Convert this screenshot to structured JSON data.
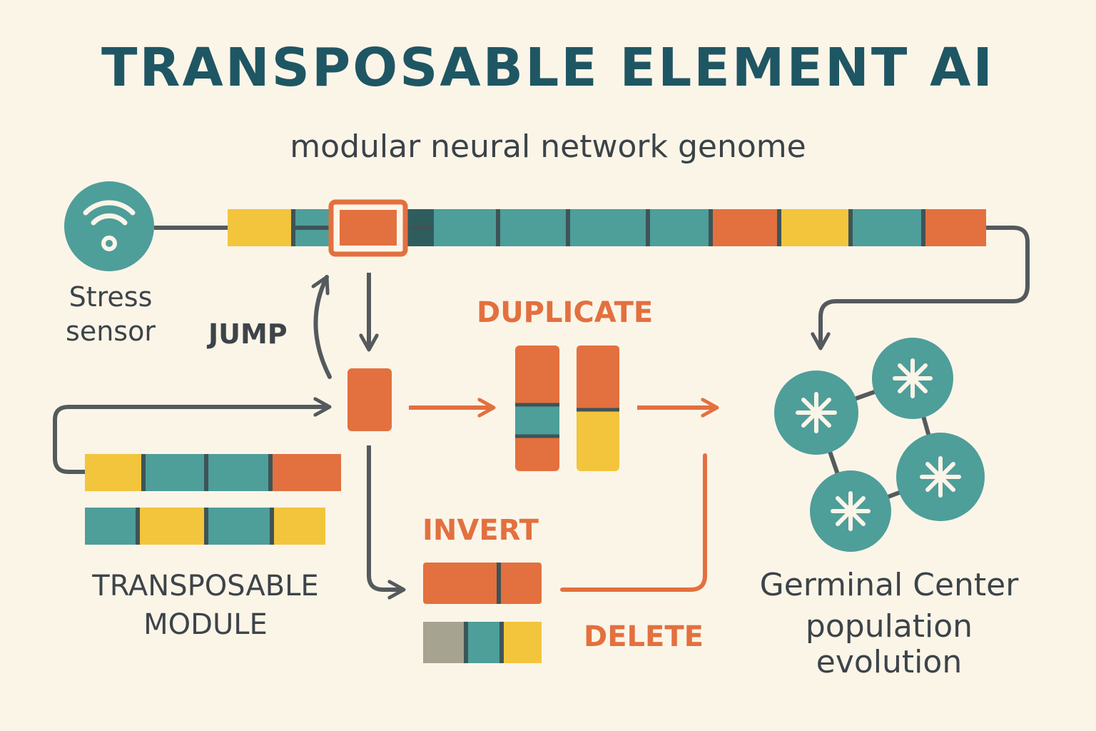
{
  "title": "TRANSPOSABLE ELEMENT AI",
  "subtitle": "modular neural network genome",
  "labels": {
    "stress_line1": "Stress",
    "stress_line2": "sensor",
    "jump": "JUMP",
    "duplicate": "DUPLICATE",
    "invert": "INVERT",
    "delete": "DELETE",
    "module_line1": "TRANSPOSABLE",
    "module_line2": "MODULE",
    "germinal_line1": "Germinal Center",
    "germinal_line2": "population",
    "germinal_line3": "evolution"
  },
  "icons": {
    "sensor": "wifi-signal-icon",
    "population": "asterisk-cell-icon"
  },
  "colors": {
    "background": "#fbf5e8",
    "teal": "#4e9e9a",
    "orange": "#e3703f",
    "yellow": "#f2c53d",
    "gray": "#a7a391",
    "dark": "#545a5d",
    "title": "#1f5663"
  },
  "genome_segments": [
    "yellow",
    "teal",
    "orange",
    "dark",
    "teal",
    "teal",
    "teal",
    "teal",
    "orange",
    "yellow",
    "teal",
    "orange"
  ],
  "module_row1": [
    "yellow",
    "teal",
    "teal",
    "orange"
  ],
  "module_row2": [
    "teal",
    "yellow",
    "teal",
    "yellow"
  ],
  "duplicate_left": [
    "orange",
    "teal",
    "orange"
  ],
  "duplicate_right": [
    "orange",
    "yellow"
  ],
  "invert_bar": [
    "orange",
    "orange"
  ],
  "delete_bar": [
    "gray",
    "teal",
    "yellow"
  ]
}
